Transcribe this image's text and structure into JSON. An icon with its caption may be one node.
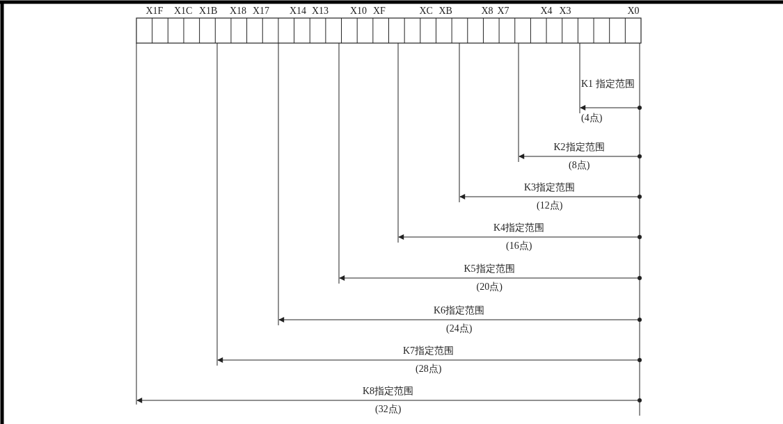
{
  "diagram": {
    "labels": [
      "X1F",
      "X1C",
      "X1B",
      "X18",
      "X17",
      "X14",
      "X13",
      "X10",
      "XF",
      "XC",
      "XB",
      "X8",
      "X7",
      "X4",
      "X3",
      "X0",
      "K1 指定范围",
      "(4点)",
      "K2指定范围",
      "(8点)",
      "K3指定范围",
      "(12点)",
      "K4指定范围",
      "(16点)",
      "K5指定范围",
      "(20点)",
      "K6指定范围",
      "(24点)",
      "K7指定范围",
      "(28点)",
      "K8指定范围",
      "(32点)"
    ]
  }
}
